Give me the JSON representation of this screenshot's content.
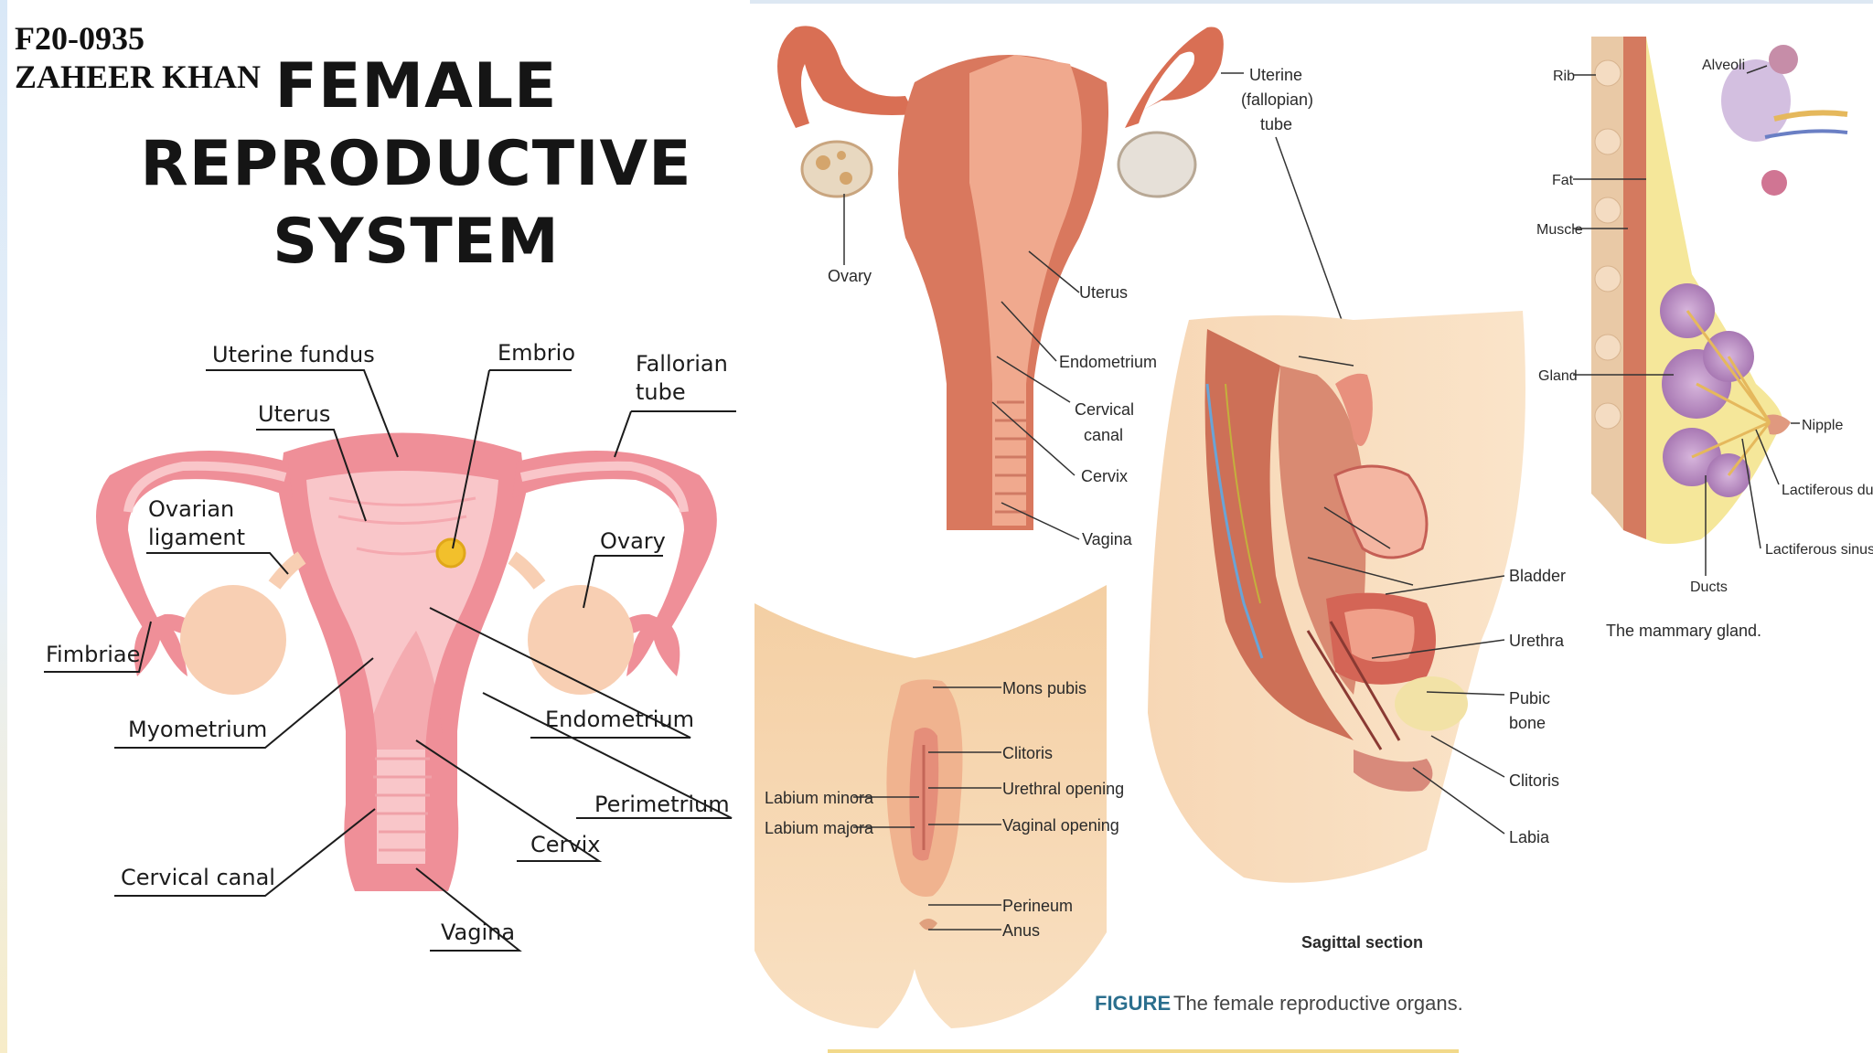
{
  "header": {
    "id_line": "F20-0935",
    "name_line": "ZAHEER KHAN",
    "title_lines": [
      "FEMALE",
      "REPRODUCTIVE",
      "SYSTEM"
    ]
  },
  "left_diagram_labels": {
    "uterine_fundus": "Uterine fundus",
    "embrio": "Embrio",
    "fallorian_tube_1": "Fallorian",
    "fallorian_tube_2": "tube",
    "uterus": "Uterus",
    "ovarian_ligament_1": "Ovarian",
    "ovarian_ligament_2": "ligament",
    "ovary": "Ovary",
    "fimbriae": "Fimbriae",
    "myometrium": "Myometrium",
    "endometrium": "Endometrium",
    "perimetrium": "Perimetrium",
    "cervix": "Cervix",
    "cervical_canal": "Cervical canal",
    "vagina": "Vagina"
  },
  "uterus_figure_labels": {
    "ovary": "Ovary",
    "uterine_tube_1": "Uterine",
    "uterine_tube_2": "(fallopian)",
    "uterine_tube_3": "tube",
    "uterus": "Uterus",
    "endometrium": "Endometrium",
    "cervical_canal_1": "Cervical",
    "cervical_canal_2": "canal",
    "cervix": "Cervix",
    "vagina": "Vagina"
  },
  "external_labels": {
    "mons_pubis": "Mons pubis",
    "clitoris": "Clitoris",
    "urethral_opening": "Urethral opening",
    "vaginal_opening": "Vaginal opening",
    "labium_minora": "Labium minora",
    "labium_majora": "Labium majora",
    "perineum": "Perineum",
    "anus": "Anus"
  },
  "sagittal_labels": {
    "bladder": "Bladder",
    "urethra": "Urethra",
    "pubic_bone_1": "Pubic",
    "pubic_bone_2": "bone",
    "clitoris": "Clitoris",
    "labia": "Labia",
    "caption": "Sagittal section"
  },
  "mammary_labels": {
    "alveoli": "Alveoli",
    "rib": "Rib",
    "fat": "Fat",
    "muscle": "Muscle",
    "gland": "Gland",
    "nipple": "Nipple",
    "lactiferous_duct": "Lactiferous duct",
    "lactiferous_sinus": "Lactiferous sinus",
    "ducts": "Ducts",
    "caption": "The mammary gland."
  },
  "figure_caption": {
    "word": "FIGURE",
    "text": "The female reproductive organs."
  },
  "colors": {
    "uterus_pink": "#ef8f98",
    "uterus_dark": "#e2666f",
    "uterus_light": "#f9c6c9",
    "ovary_peach": "#f8cfb3",
    "embrio_yellow": "#f2c02c",
    "skin": "#f6d3a8",
    "muscle_red": "#c65d45",
    "fat_yellow": "#f5e79a",
    "gland_purple": "#b98cc2",
    "figure_blue": "#2b6f8e"
  }
}
